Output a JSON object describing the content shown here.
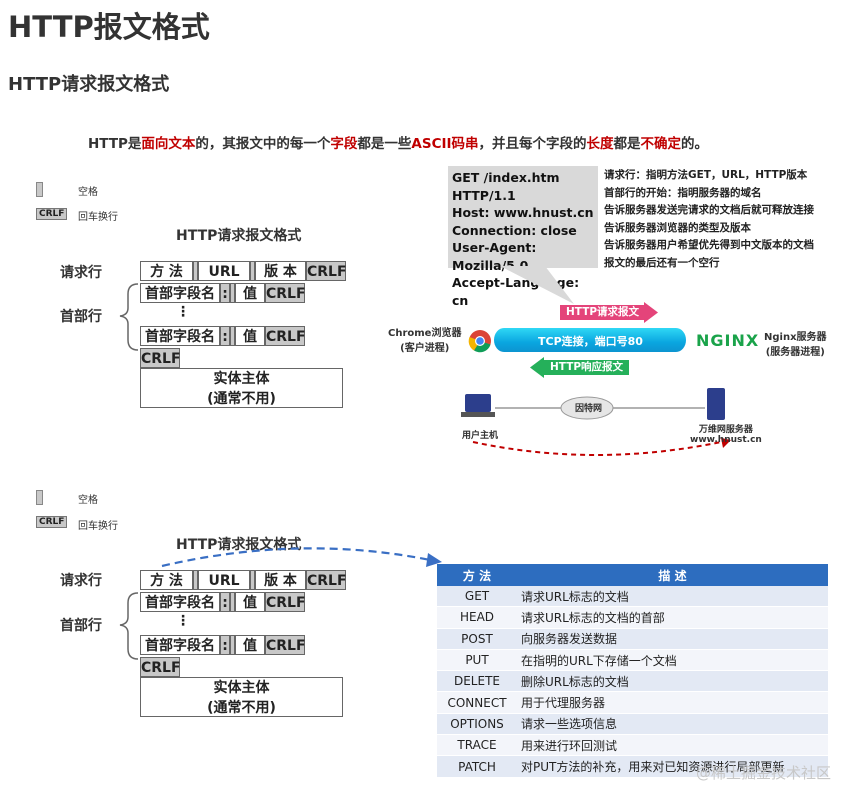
{
  "page": {
    "title": "HTTP报文格式",
    "subtitle": "HTTP请求报文格式",
    "watermark": "@稀土掘金技术社区"
  },
  "intro": {
    "p1": "HTTP是",
    "p2": "面向文本",
    "p3": "的，其报文中的每一个",
    "p4": "字段",
    "p5": "都是一些",
    "p6": "ASCII码串",
    "p7": "，并且每个字段的",
    "p8": "长度",
    "p9": "都是",
    "p10": "不确定",
    "p11": "的。"
  },
  "legend": {
    "space_label": "空格",
    "crlf_symbol": "CRLF",
    "crlf_label": "回车换行"
  },
  "format": {
    "title": "HTTP请求报文格式",
    "request_line_label": "请求行",
    "header_label": "首部行",
    "method": "方 法",
    "url": "URL",
    "version": "版 本",
    "crlf": "CRLF",
    "header_name": "首部字段名",
    "colon": ":",
    "value": "值",
    "dots": "⋮",
    "entity_line1": "实体主体",
    "entity_line2": "(通常不用)"
  },
  "request_example": {
    "lines": [
      "GET /index.htm HTTP/1.1",
      "Host: www.hnust.cn",
      "Connection: close",
      "User-Agent:  Mozilla/5.0",
      "Accept-Language: cn"
    ],
    "notes": [
      "请求行：指明方法GET，URL，HTTP版本",
      "首部行的开始：指明服务器的域名",
      "告诉服务器发送完请求的文档后就可释放连接",
      "告诉服务器浏览器的类型及版本",
      "告诉服务器用户希望优先得到中文版本的文档",
      "报文的最后还有一个空行"
    ]
  },
  "network": {
    "request_arrow": "HTTP请求报文",
    "response_arrow": "HTTP响应报文",
    "tcp_text": "TCP连接，端口号80",
    "client_line1": "Chrome浏览器",
    "client_line2": "(客户进程)",
    "server_line1": "Nginx服务器",
    "server_line2": "(服务器进程)",
    "nginx_logo": "NGINX",
    "internet": "因特网",
    "user_host": "用户主机",
    "web_server": "万维网服务器",
    "web_server_domain": "www.hnust.cn"
  },
  "methods_table": {
    "headers": [
      "方 法",
      "描 述"
    ],
    "rows": [
      [
        "GET",
        "请求URL标志的文档"
      ],
      [
        "HEAD",
        "请求URL标志的文档的首部"
      ],
      [
        "POST",
        "向服务器发送数据"
      ],
      [
        "PUT",
        "在指明的URL下存储一个文档"
      ],
      [
        "DELETE",
        "删除URL标志的文档"
      ],
      [
        "CONNECT",
        "用于代理服务器"
      ],
      [
        "OPTIONS",
        "请求一些选项信息"
      ],
      [
        "TRACE",
        "用来进行环回测试"
      ],
      [
        "PATCH",
        "对PUT方法的补充，用来对已知资源进行局部更新"
      ]
    ]
  },
  "colors": {
    "accent_red": "#c00000",
    "table_header": "#2d6dbf",
    "request_arrow": "#e4447a",
    "response_arrow": "#25b05a",
    "pipe": "#0aa6e0",
    "dashed_arrow": "#3a6fc4"
  }
}
